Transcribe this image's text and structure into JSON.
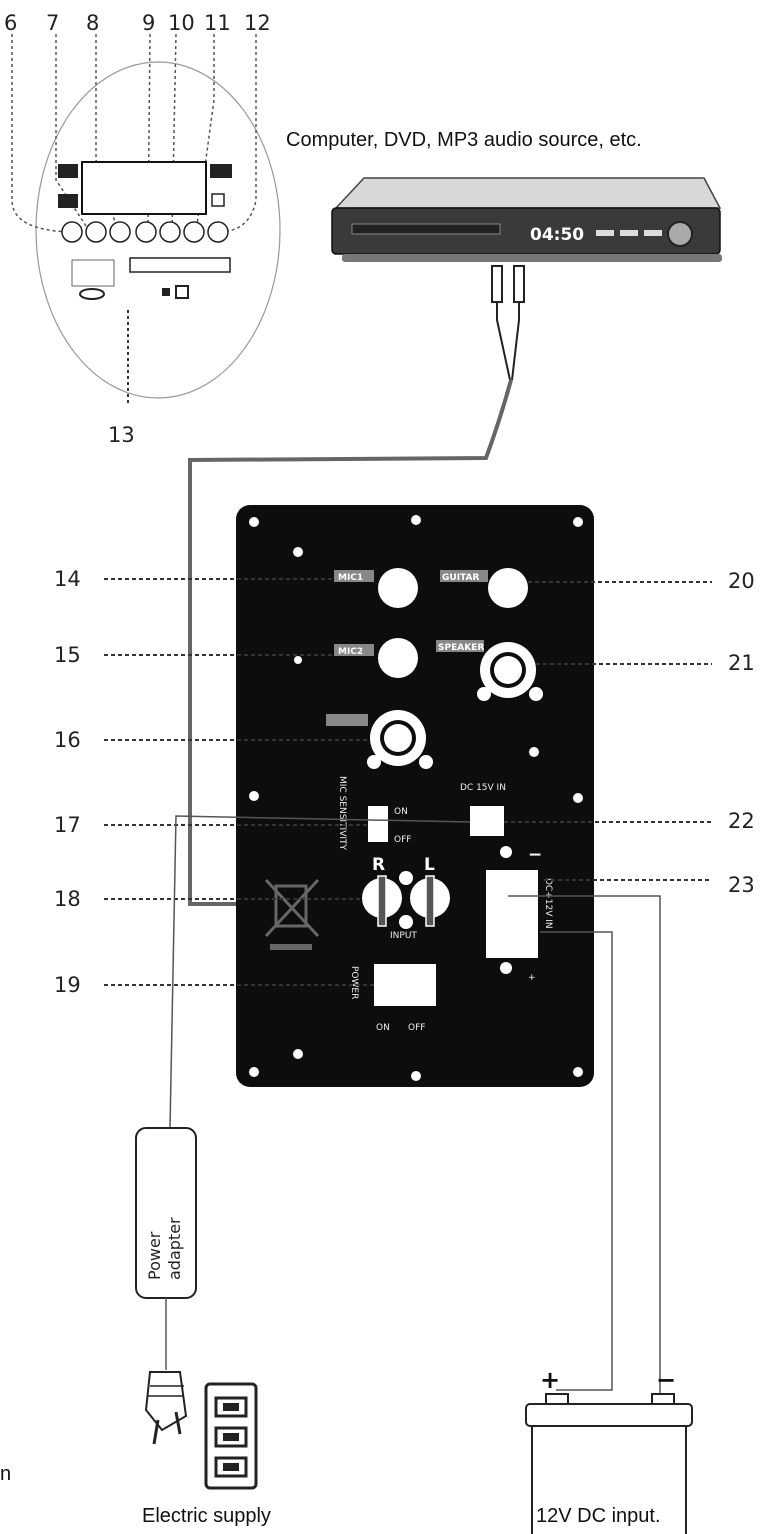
{
  "callouts_top": [
    "6",
    "7",
    "8",
    "9",
    "10",
    "11",
    "12"
  ],
  "callout_13": "13",
  "callouts_left": [
    "14",
    "15",
    "16",
    "17",
    "18",
    "19"
  ],
  "callouts_right": [
    "20",
    "21",
    "22",
    "23"
  ],
  "source_caption": "Computer, DVD, MP3 audio source, etc.",
  "dvd_display": "04:50",
  "panel_labels": {
    "mic1": "MIC1",
    "guitar": "GUITAR",
    "mic2": "MIC2",
    "speaker": "SPEAKER",
    "mic_sensitivity": "MIC SENSITIVITY",
    "on": "ON",
    "off": "OFF",
    "dc_in": "DC 15V IN",
    "r": "R",
    "l": "L",
    "input": "INPUT",
    "power": "POWER",
    "switch_on": "ON",
    "switch_off": "OFF",
    "dc12": "DC+12V IN",
    "minus": "−",
    "plus": "+"
  },
  "adapter_label_1": "Power",
  "adapter_label_2": "adapter",
  "battery_plus": "+",
  "battery_minus": "−",
  "caption_supply": "Electric supply",
  "caption_dc": "12V DC input.",
  "margin_letter": "n"
}
